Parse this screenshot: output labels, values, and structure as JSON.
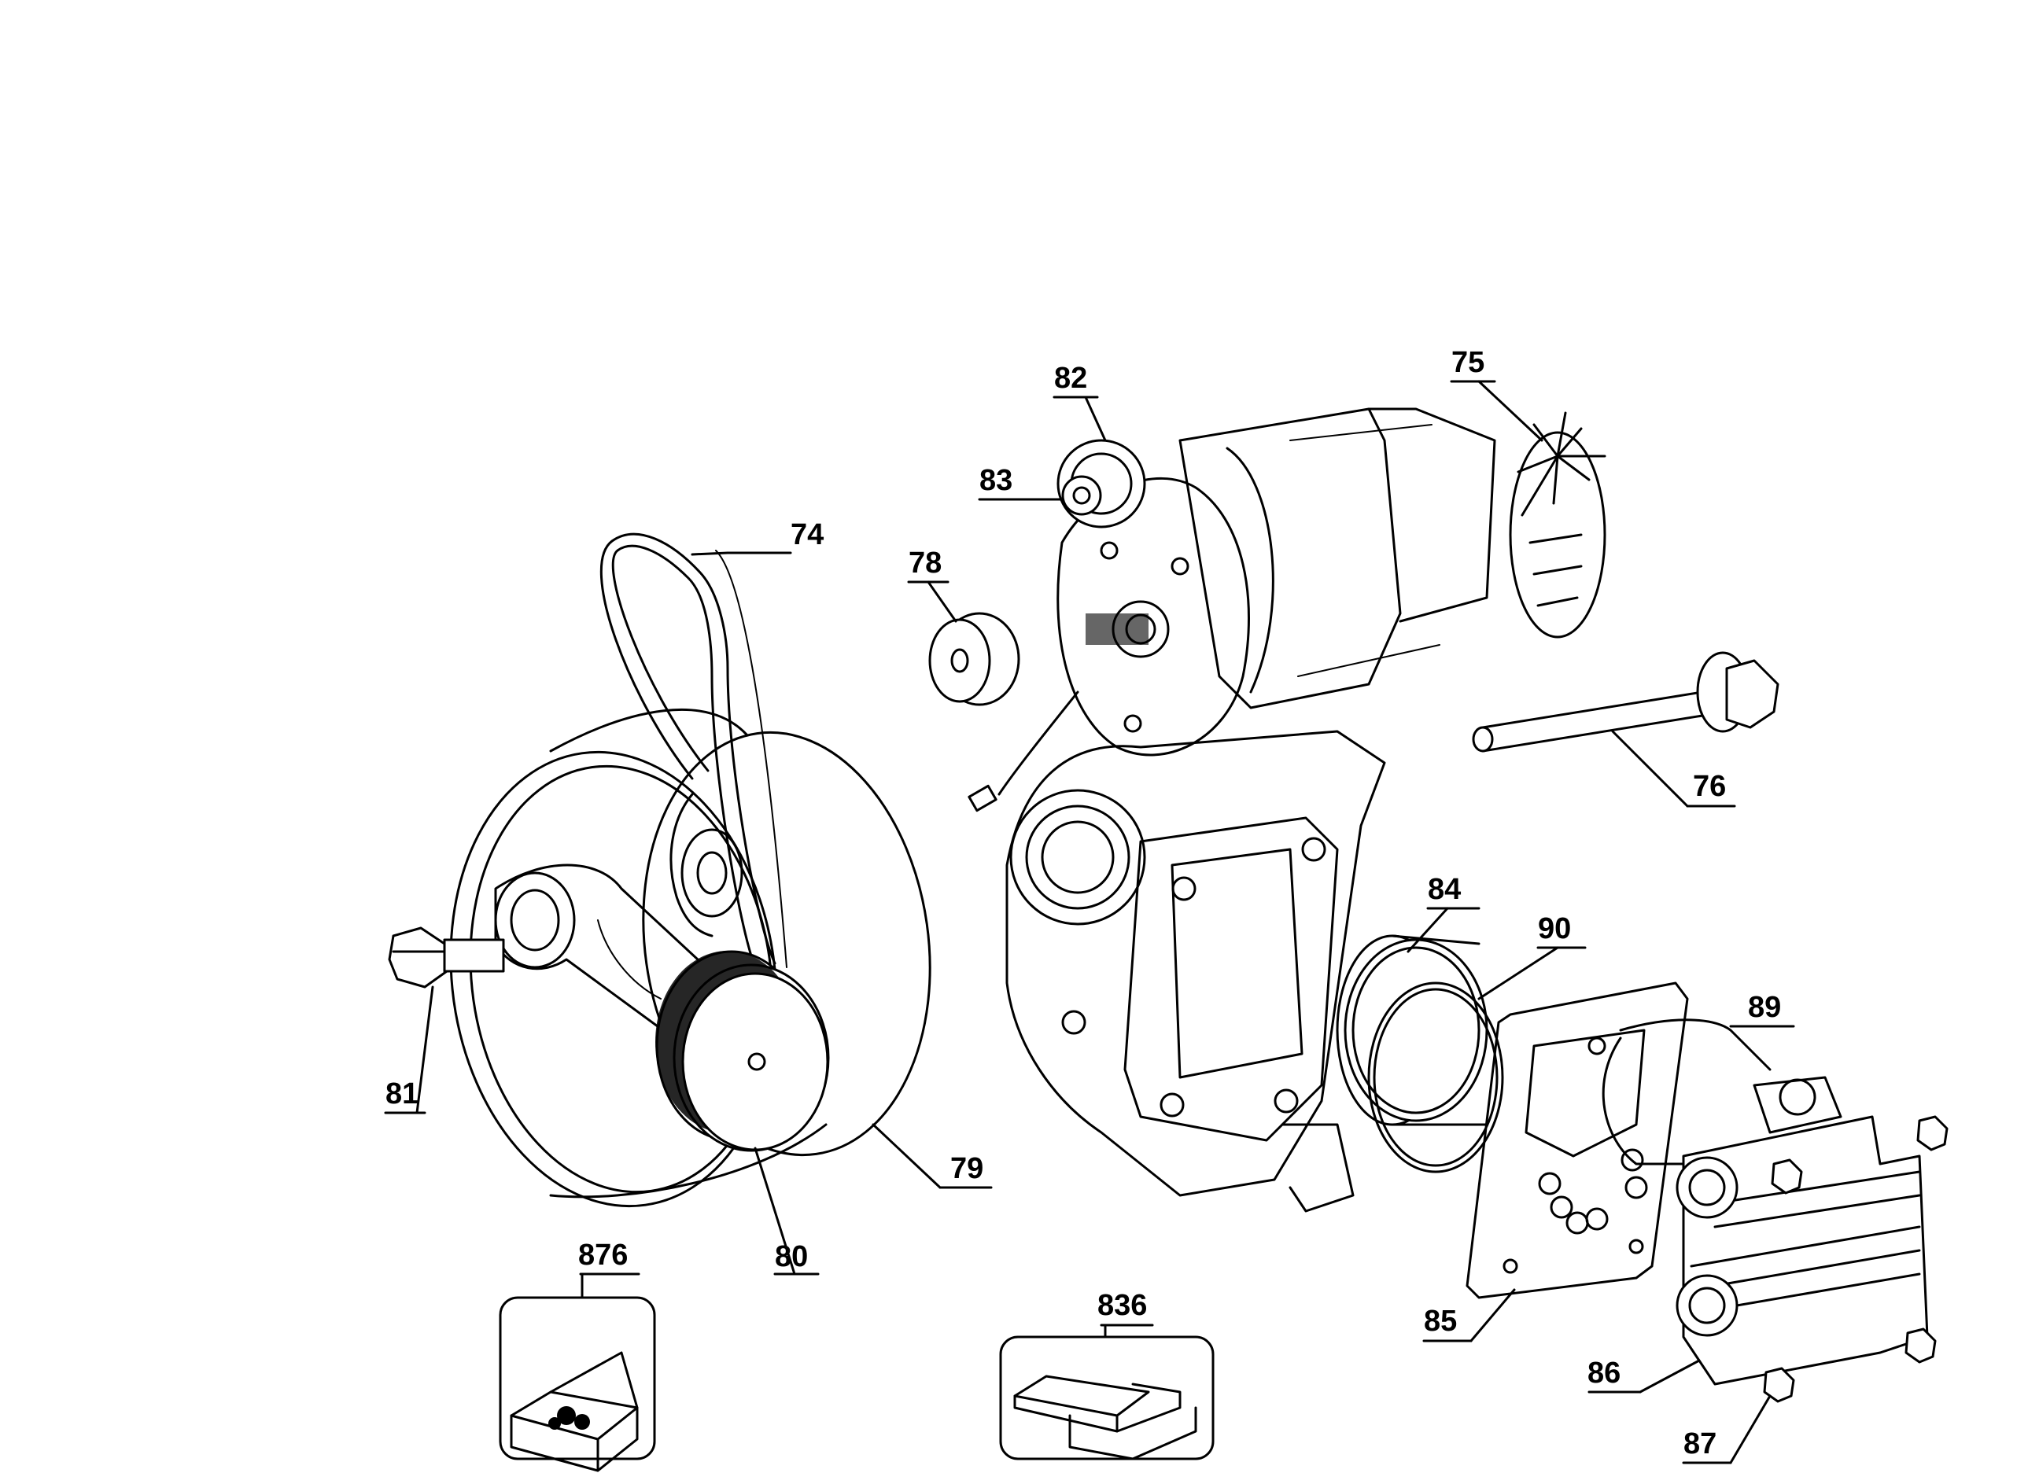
{
  "diagram": {
    "background": "#ffffff",
    "ink_color": "#000000",
    "callouts": [
      {
        "id": "c74",
        "label": "74"
      },
      {
        "id": "c75",
        "label": "75"
      },
      {
        "id": "c76",
        "label": "76"
      },
      {
        "id": "c78",
        "label": "78"
      },
      {
        "id": "c79",
        "label": "79"
      },
      {
        "id": "c80",
        "label": "80"
      },
      {
        "id": "c81",
        "label": "81"
      },
      {
        "id": "c82",
        "label": "82"
      },
      {
        "id": "c83",
        "label": "83"
      },
      {
        "id": "c84",
        "label": "84"
      },
      {
        "id": "c85",
        "label": "85"
      },
      {
        "id": "c86",
        "label": "86"
      },
      {
        "id": "c87",
        "label": "87"
      },
      {
        "id": "c89",
        "label": "89"
      },
      {
        "id": "c90",
        "label": "90"
      },
      {
        "id": "c836",
        "label": "836"
      },
      {
        "id": "c876",
        "label": "876"
      }
    ]
  }
}
